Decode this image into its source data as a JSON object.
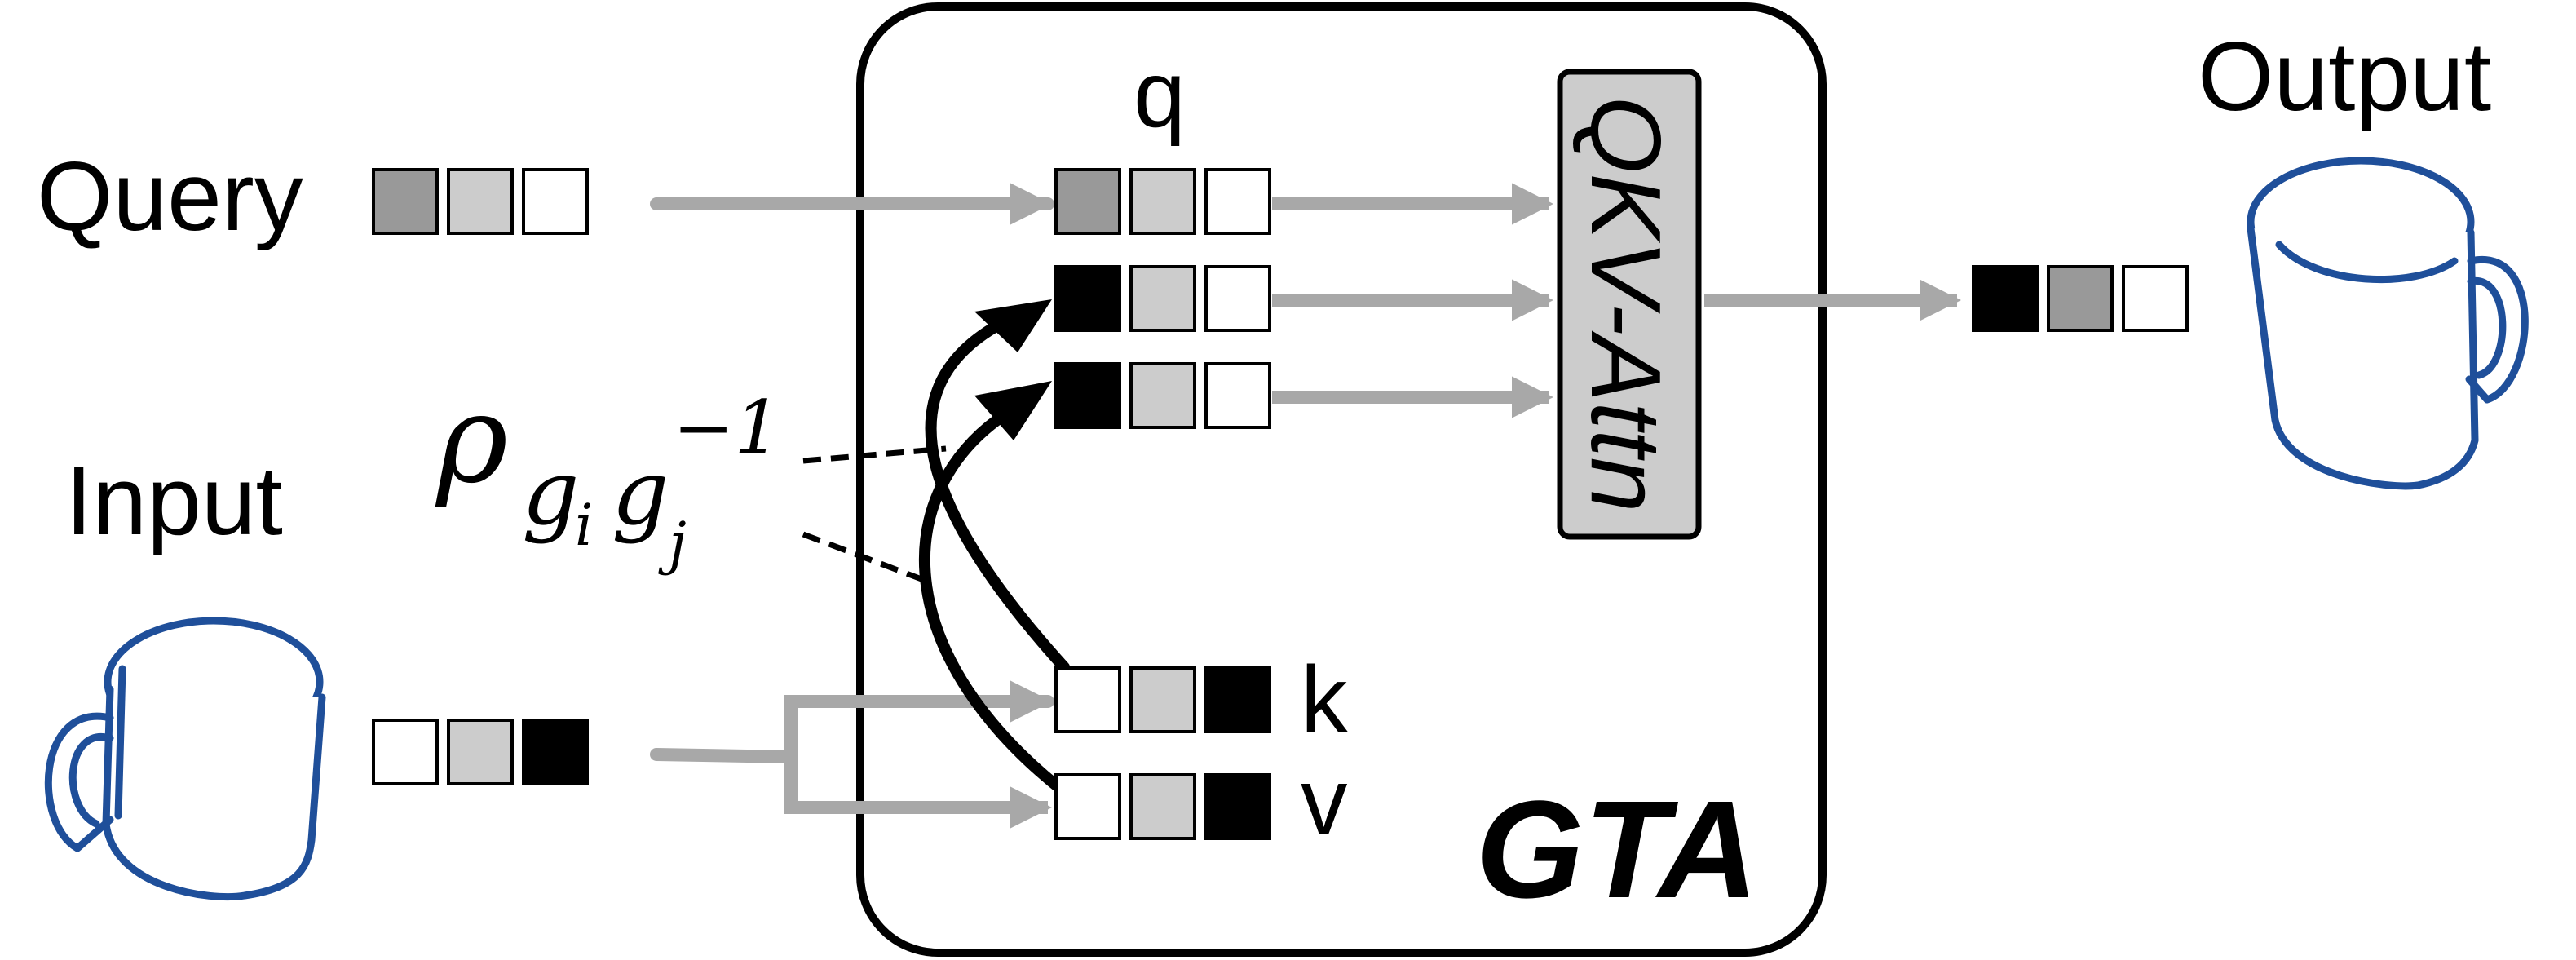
{
  "labels": {
    "query": "Query",
    "input": "Input",
    "output": "Output",
    "q": "q",
    "k": "k",
    "v": "v",
    "gta": "GTA",
    "attn": "QKV-Attn"
  },
  "rho": {
    "symbol": "ρ",
    "sub_g1": "g",
    "sub_i": "i",
    "sub_g2": "g",
    "sub_j": "j",
    "sup": "−1"
  },
  "colors": {
    "dark": "#000000",
    "mid": "#999999",
    "light": "#cccccc",
    "white": "#ffffff",
    "arrow_gray": "#a8a8a8",
    "cup_blue": "#1f4f9a",
    "attn_fill": "#cccccc"
  },
  "tokens": {
    "query": [
      "mid",
      "light",
      "white"
    ],
    "input": [
      "white",
      "light",
      "dark"
    ],
    "q": [
      "mid",
      "light",
      "white"
    ],
    "rot1": [
      "dark",
      "light",
      "white"
    ],
    "rot2": [
      "dark",
      "light",
      "white"
    ],
    "k": [
      "white",
      "light",
      "dark"
    ],
    "v": [
      "white",
      "light",
      "dark"
    ],
    "output": [
      "dark",
      "mid",
      "white"
    ]
  },
  "icons": {
    "input_mug": "mug-icon",
    "output_mug": "mug-icon"
  }
}
